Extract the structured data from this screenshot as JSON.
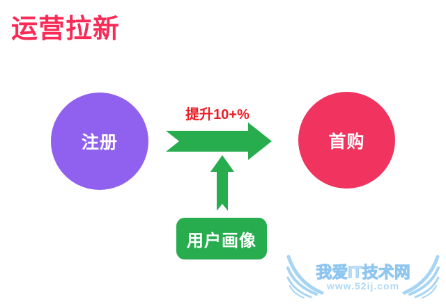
{
  "title": "运营拉新",
  "diagram": {
    "register_label": "注册",
    "first_purchase_label": "首购",
    "arrow_label": "提升10+%",
    "user_profile_label": "用户画像"
  },
  "watermark": {
    "site_name": "我爱IT技术网",
    "site_url": "www.52ij.com"
  },
  "colors": {
    "title_red": "#F92A56",
    "register_purple": "#9061EE",
    "first_purchase_pink": "#F0335F",
    "arrow_green": "#27AC4E",
    "arrow_label_red": "#EC1C24",
    "watermark_blue": "#A7D4F4"
  }
}
